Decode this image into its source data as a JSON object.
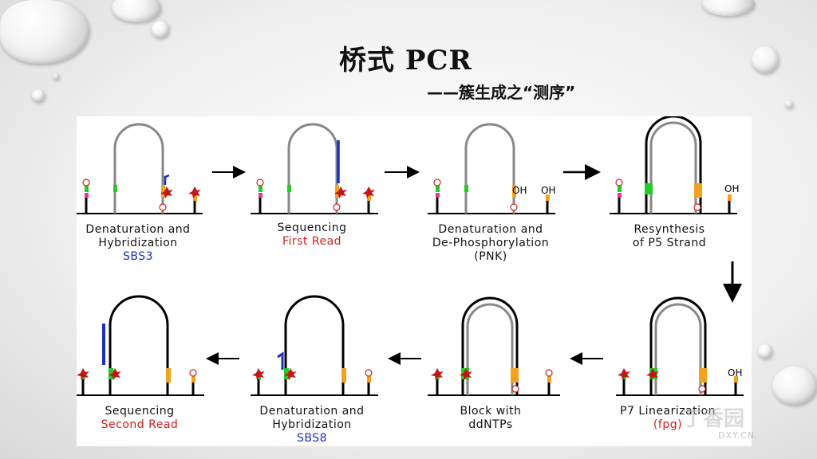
{
  "title": "桥式 PCR",
  "subtitle": "——簇生成之“测序”",
  "steps": [
    {
      "line1": "Denaturation and",
      "line2": "Hybridization",
      "line3": "SBS3"
    },
    {
      "line1": "Sequencing",
      "line2": "First Read"
    },
    {
      "line1": "Denaturation and",
      "line2": "De-Phosphorylation",
      "line3": "(PNK)"
    },
    {
      "line1": "Resynthesis",
      "line2": "of P5 Strand"
    },
    {
      "line1": "P7 Linearization",
      "line2": "(fpg)"
    },
    {
      "line1": "Block with",
      "line2": "ddNTPs"
    },
    {
      "line1": "Denaturation and",
      "line2": "Hybridization",
      "line3": "SBS8"
    },
    {
      "line1": "Sequencing",
      "line2": "Second Read"
    }
  ],
  "oh_label": "OH",
  "watermark": "丁香园",
  "watermark_url": "DXY.CN",
  "colors": {
    "blue": "#1a2ec0",
    "red": "#d42020",
    "green": "#22cc22",
    "orange": "#f4a21e",
    "pink": "#e8388c"
  }
}
